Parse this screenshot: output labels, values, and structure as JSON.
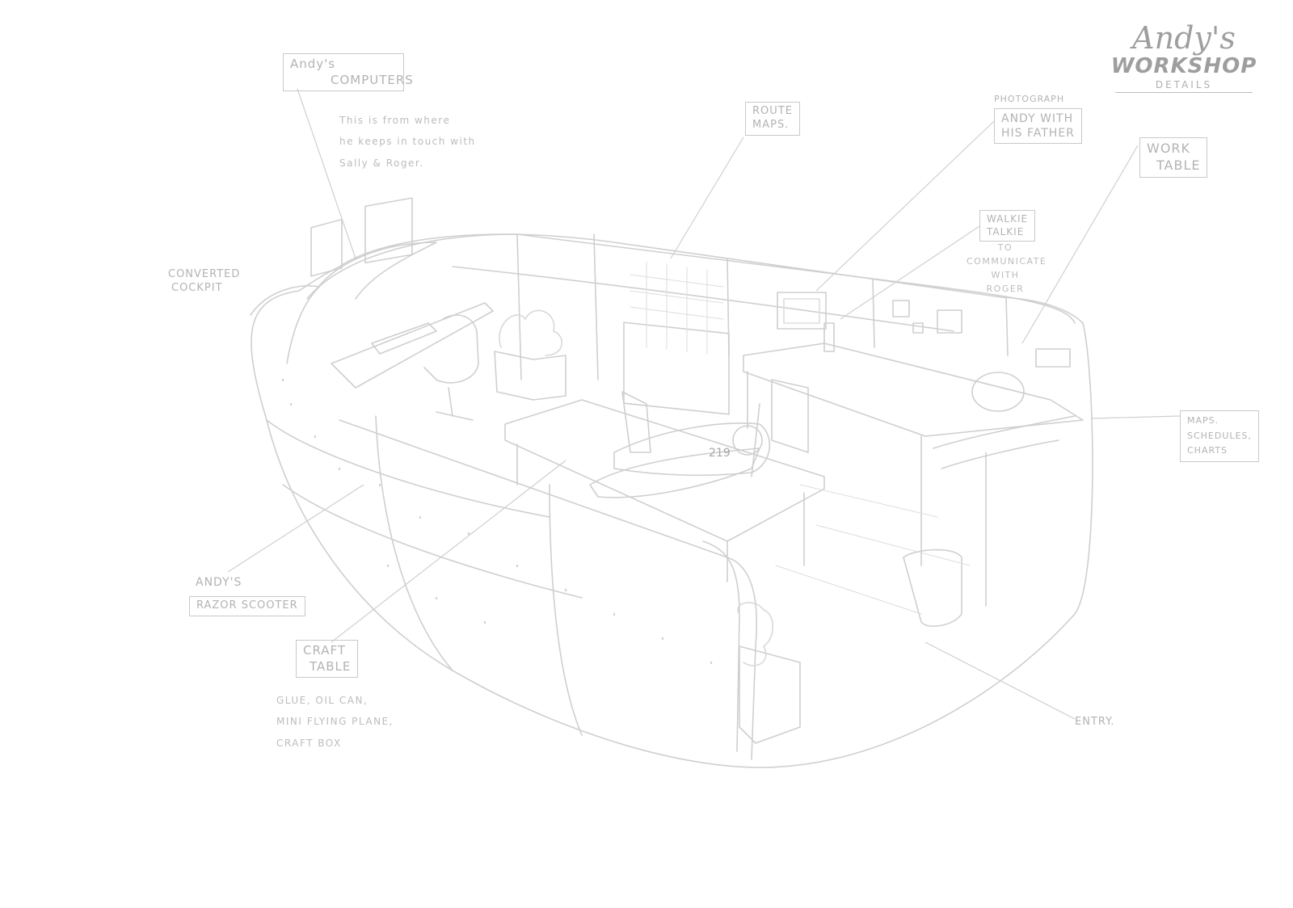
{
  "title": {
    "line1": "Andy's",
    "line2": "WORKSHOP",
    "line3": "DETAILS"
  },
  "labels": {
    "computers": {
      "heading": [
        "Andy's",
        "COMPUTERS"
      ],
      "note": [
        "This is from where",
        "he keeps in touch with",
        "Sally & Roger."
      ]
    },
    "route_maps": [
      "ROUTE",
      "MAPS."
    ],
    "photograph": {
      "caption": "PHOTOGRAPH",
      "lines": [
        "ANDY WITH",
        "HIS FATHER"
      ]
    },
    "work_table": [
      "WORK",
      "TABLE"
    ],
    "walkie_table": {
      "heading": [
        "WALKIE",
        "TALKIE"
      ],
      "note": [
        "TO",
        "COMMUNICATE",
        "WITH",
        "ROGER"
      ]
    },
    "converted_cockpit": [
      "CONVERTED",
      "COCKPIT"
    ],
    "maps_schedules": [
      "MAPS.",
      "SCHEDULES,",
      "CHARTS"
    ],
    "razor_scooter": {
      "caption": "ANDY'S",
      "heading": "RAZOR SCOOTER"
    },
    "craft_table": {
      "heading": [
        "CRAFT",
        "TABLE"
      ],
      "note": [
        "GLUE, OIL CAN,",
        "MINI FLYING PLANE,",
        "CRAFT BOX"
      ]
    },
    "entry": "ENTRY.",
    "plane_number": "219"
  },
  "colors": {
    "stroke": "#cfcfcf",
    "stroke_dark": "#bdbdbd",
    "text": "#b3b3b3",
    "background": "#ffffff"
  }
}
